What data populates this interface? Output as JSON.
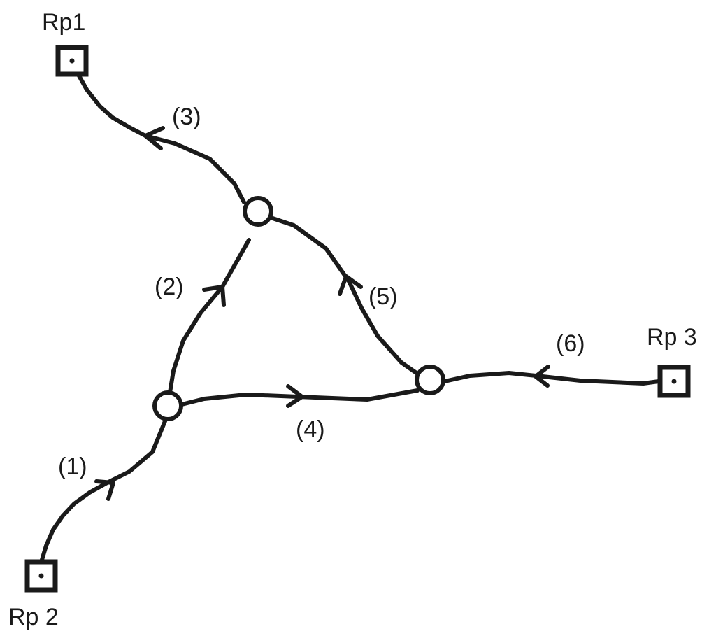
{
  "diagram": {
    "reference_points": [
      {
        "id": "rp1",
        "label": "Rp1"
      },
      {
        "id": "rp2",
        "label": "Rp 2"
      },
      {
        "id": "rp3",
        "label": "Rp 3"
      }
    ],
    "edges": [
      {
        "id": "edge1",
        "label": "(1)"
      },
      {
        "id": "edge2",
        "label": "(2)"
      },
      {
        "id": "edge3",
        "label": "(3)"
      },
      {
        "id": "edge4",
        "label": "(4)"
      },
      {
        "id": "edge5",
        "label": "(5)"
      },
      {
        "id": "edge6",
        "label": "(6)"
      }
    ]
  }
}
